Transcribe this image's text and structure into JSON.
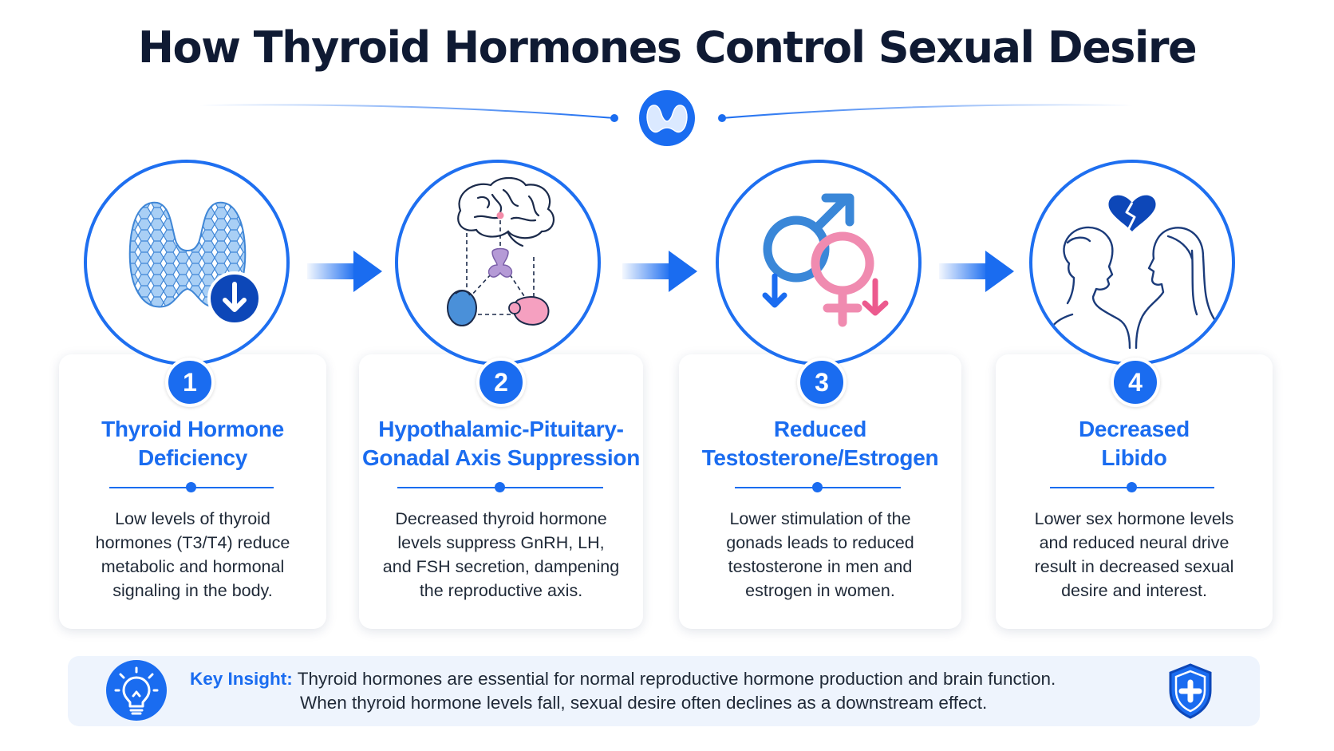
{
  "title": "How Thyroid Hormones Control Sexual Desire",
  "colors": {
    "accent": "#1a6cf0",
    "dark_blue": "#0f1a33",
    "pink": "#f07ba5",
    "light_blue": "#5aa7e6"
  },
  "steps": [
    {
      "number": "1",
      "title_lines": [
        "Thyroid Hormone",
        "Deficiency"
      ],
      "desc_lines": [
        "Low levels of thyroid",
        "hormones (T3/T4) reduce",
        "metabolic and hormonal",
        "signaling in the body."
      ],
      "icon": "thyroid-gland-down-arrow-icon"
    },
    {
      "number": "2",
      "title_lines": [
        "Hypothalamic-Pituitary-",
        "Gonadal Axis Suppression"
      ],
      "desc_lines": [
        "Decreased thyroid hormone",
        "levels suppress GnRH, LH,",
        "and FSH secretion, dampening",
        "the reproductive axis."
      ],
      "icon": "brain-pituitary-gonads-icon"
    },
    {
      "number": "3",
      "title_lines": [
        "Reduced",
        "Testosterone/Estrogen"
      ],
      "desc_lines": [
        "Lower stimulation of the",
        "gonads leads to reduced",
        "testosterone in men and",
        "estrogen in women."
      ],
      "icon": "male-female-symbols-down-icon"
    },
    {
      "number": "4",
      "title_lines": [
        "Decreased",
        "Libido"
      ],
      "desc_lines": [
        "Lower sex hormone levels",
        "and reduced neural drive",
        "result in decreased sexual",
        "desire and interest."
      ],
      "icon": "couple-broken-heart-icon"
    }
  ],
  "insight": {
    "label": "Key Insight:",
    "line1": "Thyroid hormones are essential for normal reproductive hormone production and brain function.",
    "line2": "When thyroid hormone levels fall, sexual desire often declines as a downstream effect.",
    "left_icon": "lightbulb-icon",
    "right_icon": "shield-plus-icon"
  }
}
